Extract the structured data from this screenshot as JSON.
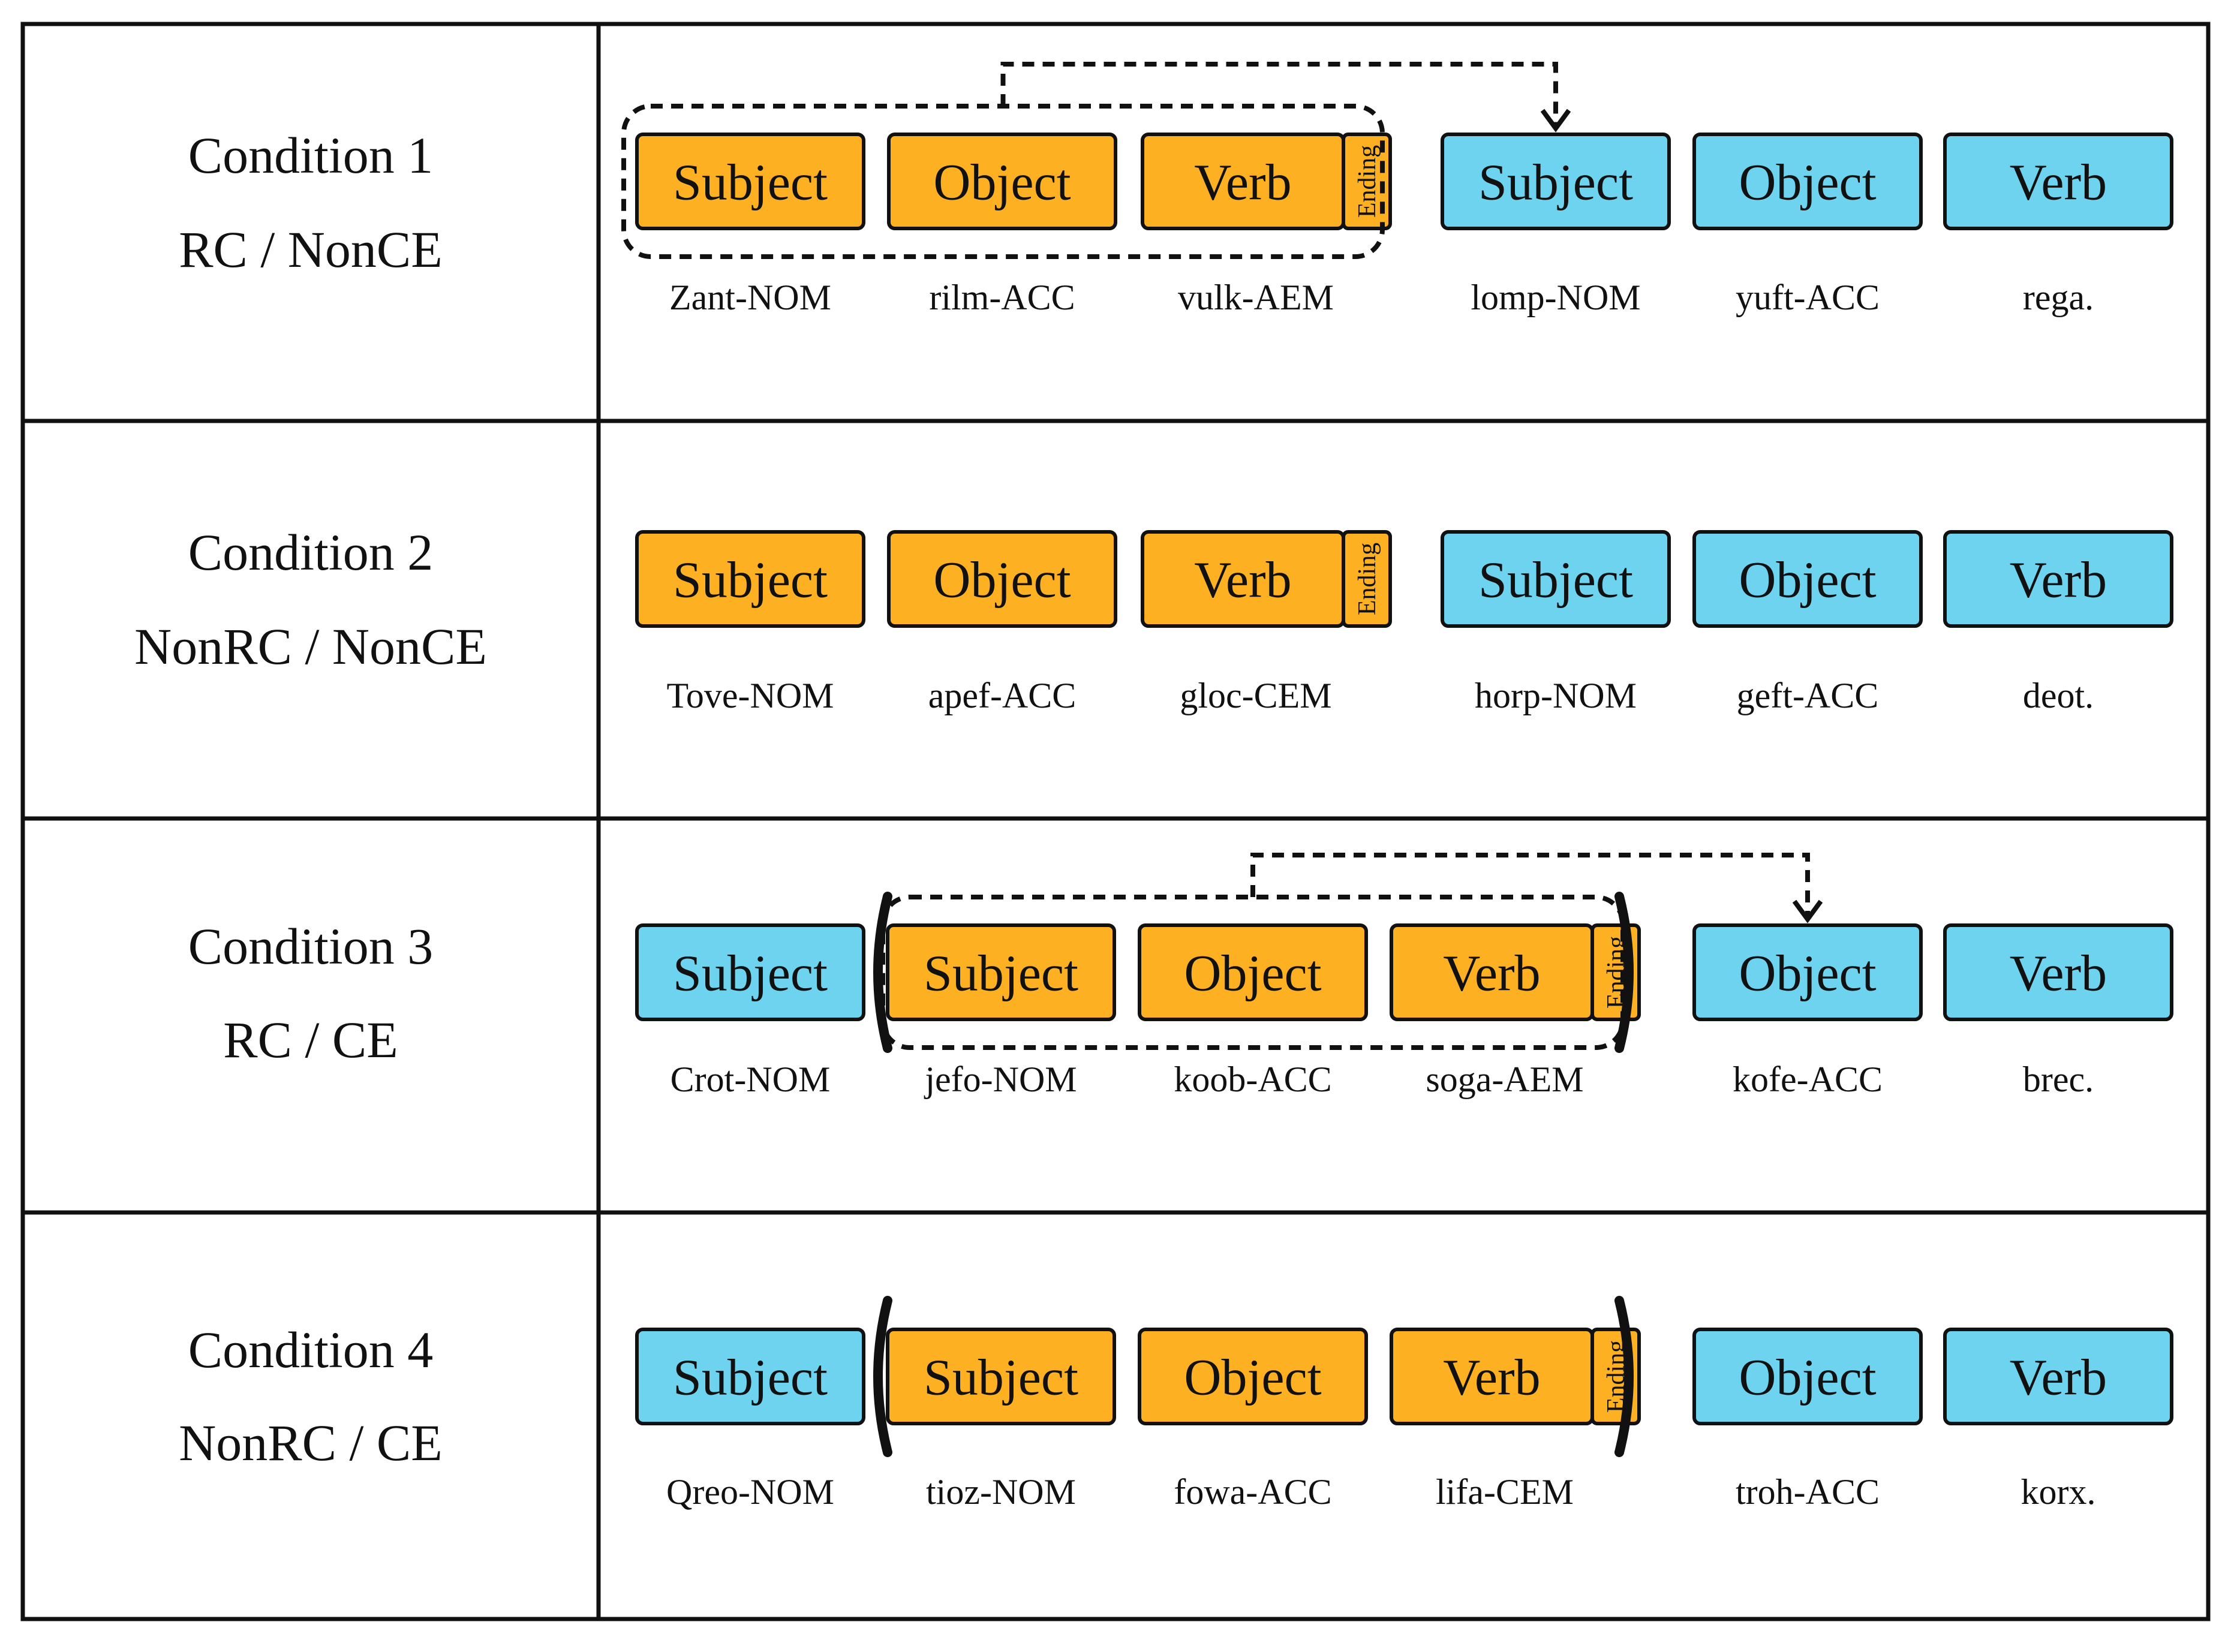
{
  "colors": {
    "orange": "#FDB022",
    "blue": "#6ED3EE",
    "line": "#111111"
  },
  "labels": {
    "ending": "Ending"
  },
  "rows": [
    {
      "condition": "Condition 1",
      "sub": "RC / NonCE",
      "boxes": [
        {
          "label": "Subject",
          "color": "orange",
          "gloss": "Zant-NOM"
        },
        {
          "label": "Object",
          "color": "orange",
          "gloss": "rilm-ACC"
        },
        {
          "label": "Verb",
          "color": "orange",
          "gloss": "vulk-AEM",
          "ending": true
        },
        {
          "label": "Subject",
          "color": "blue",
          "gloss": "lomp-NOM"
        },
        {
          "label": "Object",
          "color": "blue",
          "gloss": "yuft-ACC"
        },
        {
          "label": "Verb",
          "color": "blue",
          "gloss": "rega."
        }
      ],
      "dashed_group": true,
      "arrow_to": 3,
      "brackets": false
    },
    {
      "condition": "Condition 2",
      "sub": "NonRC / NonCE",
      "boxes": [
        {
          "label": "Subject",
          "color": "orange",
          "gloss": "Tove-NOM"
        },
        {
          "label": "Object",
          "color": "orange",
          "gloss": "apef-ACC"
        },
        {
          "label": "Verb",
          "color": "orange",
          "gloss": "gloc-CEM",
          "ending": true
        },
        {
          "label": "Subject",
          "color": "blue",
          "gloss": "horp-NOM"
        },
        {
          "label": "Object",
          "color": "blue",
          "gloss": "geft-ACC"
        },
        {
          "label": "Verb",
          "color": "blue",
          "gloss": "deot."
        }
      ],
      "dashed_group": false,
      "arrow_to": null,
      "brackets": false
    },
    {
      "condition": "Condition 3",
      "sub": "RC / CE",
      "boxes": [
        {
          "label": "Subject",
          "color": "blue",
          "gloss": "Crot-NOM"
        },
        {
          "label": "Subject",
          "color": "orange",
          "gloss": "jefo-NOM"
        },
        {
          "label": "Object",
          "color": "orange",
          "gloss": "koob-ACC"
        },
        {
          "label": "Verb",
          "color": "orange",
          "gloss": "soga-AEM",
          "ending": true
        },
        {
          "label": "Object",
          "color": "blue",
          "gloss": "kofe-ACC"
        },
        {
          "label": "Verb",
          "color": "blue",
          "gloss": "brec."
        }
      ],
      "dashed_group": true,
      "arrow_to": 4,
      "brackets": true
    },
    {
      "condition": "Condition 4",
      "sub": "NonRC / CE",
      "boxes": [
        {
          "label": "Subject",
          "color": "blue",
          "gloss": "Qreo-NOM"
        },
        {
          "label": "Subject",
          "color": "orange",
          "gloss": "tioz-NOM"
        },
        {
          "label": "Object",
          "color": "orange",
          "gloss": "fowa-ACC"
        },
        {
          "label": "Verb",
          "color": "orange",
          "gloss": "lifa-CEM",
          "ending": true
        },
        {
          "label": "Object",
          "color": "blue",
          "gloss": "troh-ACC"
        },
        {
          "label": "Verb",
          "color": "blue",
          "gloss": "korx."
        }
      ],
      "dashed_group": false,
      "arrow_to": null,
      "brackets": true
    }
  ]
}
